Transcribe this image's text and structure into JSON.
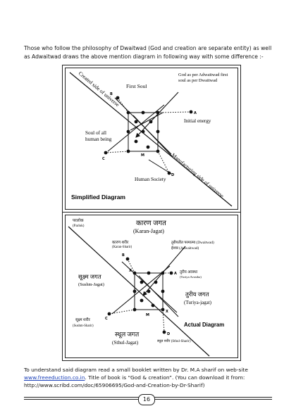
{
  "intro": "Those who follow the philosophy of Dwaitwad (God and creation are separate entity) as well as Adwaitwad draws the above mention diagram in following way with some difference :-",
  "simplified": {
    "created_side": "Created side of universe",
    "manufacturing_side": "Manufacturing side of universe",
    "first_soul": "First Soul",
    "god_line1": "God as per Adwaitwad first",
    "god_line2": "soul as per Dwaitwad",
    "initial_energy": "Initial energy",
    "soul_all_1": "Soul of all",
    "soul_all_2": "human being",
    "human_society": "Human Society",
    "title": "Simplified Diagram",
    "pt_a": "A",
    "pt_b": "B",
    "pt_c": "C",
    "pt_d": "D",
    "pt_m": "M"
  },
  "actual": {
    "parlok_hi": "परलोक",
    "parlok_en": "(Parlok)",
    "karan_jagat_hi": "कारण जगत",
    "karan_jagat_en": "(Karan-Jagat)",
    "karan_sharir_hi": "कारण शरीर",
    "karan_sharir_en": "(Karan-Sharir)",
    "dwaitwad": "तुरीयतीत परमात्मा (Dwaitwad)",
    "adwaitwad": "ईश्वर  (Adwaitwad)",
    "turiya_avastha_hi": "तुरीय अवस्था",
    "turiya_avastha_en": "(Turiya Avastha)",
    "sukshm_jagat_hi": "सूक्ष्म जगत",
    "sukshm_jagat_en": "(Sushm-Jagat)",
    "turiya_jagat_hi": "तुरीय जगत",
    "turiya_jagat_en": "(Turiya-jagat)",
    "sukshm_sharir_hi": "सूक्ष्म शरीर",
    "sukshm_sharir_en": "(Sushm-Sharir)",
    "sthul_jagat_hi": "स्थूल जगत",
    "sthul_jagat_en": "(Sthul-Jagat)",
    "sthul_sharir": "स्थूल शरीर (Sthul-Sharir)",
    "title": "Actual Diagram",
    "pt_a": "A",
    "pt_b": "B",
    "pt_c": "C",
    "pt_d": "D",
    "pt_m": "M",
    "pt_x": "X"
  },
  "footer": {
    "line1_prefix": "To understand said diagram read a small booklet written by Dr. M.A sharif on web-site",
    "link": "www.freeeduction.co.in",
    "line2_rest": ". Title of book is “God & creation”. (You can download it from:",
    "line3": "http://www.scribd.com/doc/65906695/God-and-Creation-by-Dr-Sharif)"
  },
  "page_number": "16"
}
